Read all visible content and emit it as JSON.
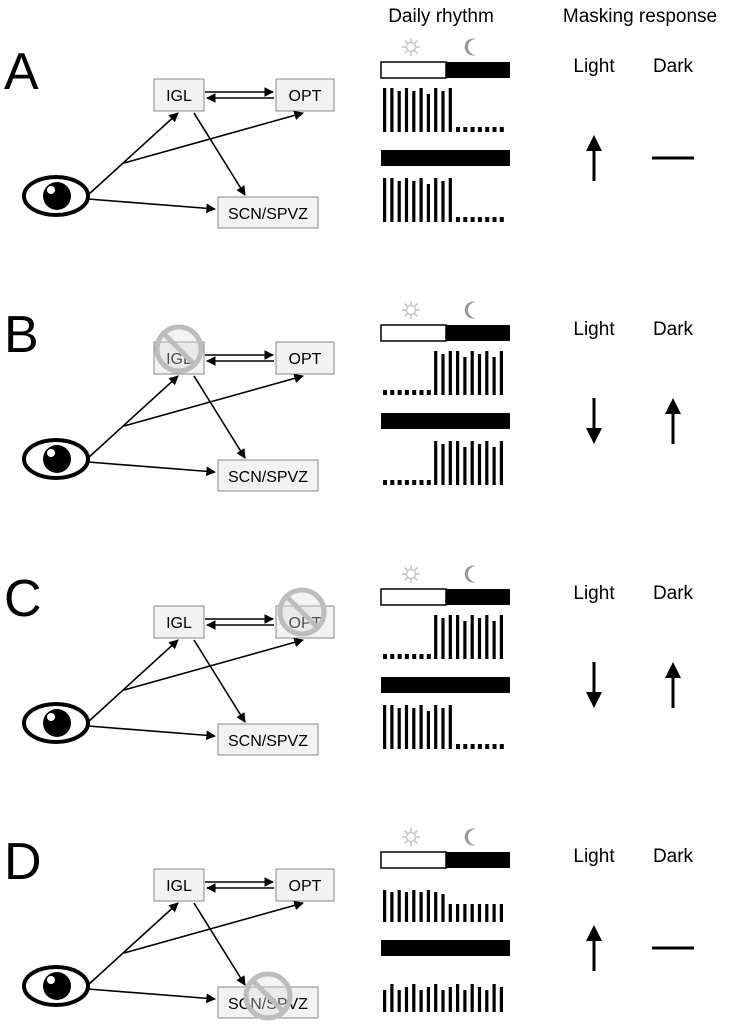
{
  "headers": {
    "daily_rhythm": "Daily rhythm",
    "masking_response": "Masking response"
  },
  "nodes": {
    "igl": "IGL",
    "opt": "OPT",
    "scn": "SCN/SPVZ"
  },
  "masking_columns": {
    "light": "Light",
    "dark": "Dark"
  },
  "panels": [
    {
      "letter": "A",
      "lesion": "none",
      "masking": {
        "light": "up",
        "dark": "none"
      },
      "rhythm_ld": "diurnal",
      "rhythm_dd": "diurnal"
    },
    {
      "letter": "B",
      "lesion": "IGL",
      "masking": {
        "light": "down",
        "dark": "up"
      },
      "rhythm_ld": "nocturnal",
      "rhythm_dd": "nocturnal"
    },
    {
      "letter": "C",
      "lesion": "OPT",
      "masking": {
        "light": "down",
        "dark": "up"
      },
      "rhythm_ld": "nocturnal",
      "rhythm_dd": "diurnal"
    },
    {
      "letter": "D",
      "lesion": "SCN/SPVZ",
      "masking": {
        "light": "up",
        "dark": "none"
      },
      "rhythm_ld": "diurnal-weak",
      "rhythm_dd": "arrhythmic"
    }
  ],
  "icons": {
    "light_phase": "sun-icon",
    "dark_phase": "moon-icon",
    "lesion": "prohibition-icon",
    "eye": "eye-icon"
  },
  "colors": {
    "lesion": "#bdbdbd",
    "box_fill": "#f2f2f2",
    "box_stroke": "#888888",
    "bar": "#000000",
    "sun": "#c8c8c8",
    "moon": "#999999"
  }
}
